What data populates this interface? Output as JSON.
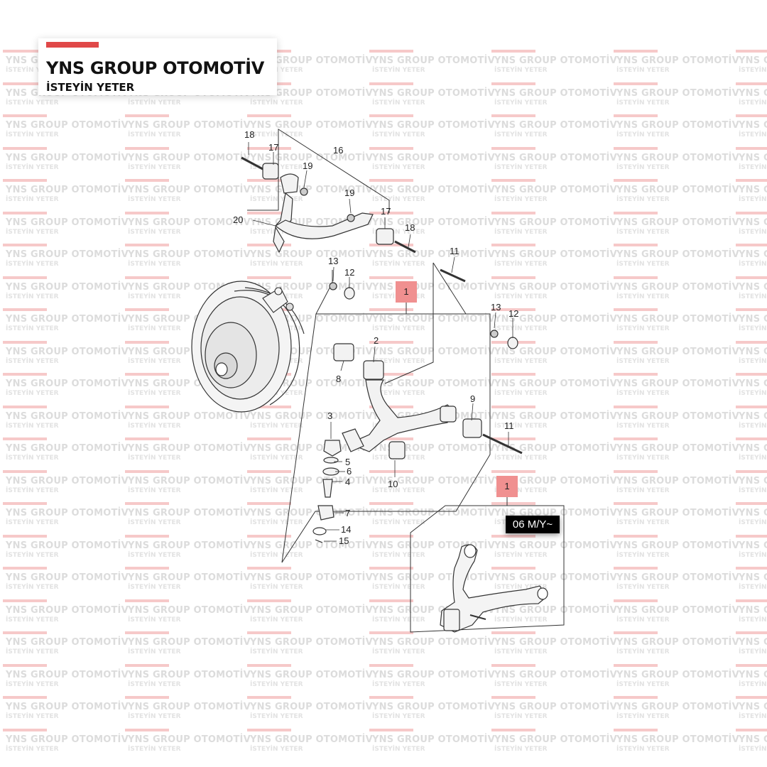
{
  "header": {
    "brand": "YNS GROUP OTOMOTİV",
    "tagline": "İSTEYİN YETER",
    "accent_color": "#e04848"
  },
  "watermark": {
    "brand": "YNS GROUP OTOMOTİV",
    "tagline": "İSTEYİN YETER"
  },
  "diagram": {
    "callouts": {
      "c18a": "18",
      "c17a": "17",
      "c19a": "19",
      "c16": "16",
      "c19b": "19",
      "c17b": "17",
      "c18b": "18",
      "c20": "20",
      "c11a": "11",
      "c13a": "13",
      "c12a": "12",
      "c13b": "13",
      "c12b": "12",
      "c2": "2",
      "c8": "8",
      "c9": "9",
      "c11b": "11",
      "c3": "3",
      "c5": "5",
      "c6": "6",
      "c4": "4",
      "c10": "10",
      "c7": "7",
      "c14": "14",
      "c15": "15"
    },
    "reference_boxes": {
      "main": "1",
      "variant": "1"
    },
    "variant_badge": "06 M/Y~",
    "highlight_color": "#f09090"
  }
}
